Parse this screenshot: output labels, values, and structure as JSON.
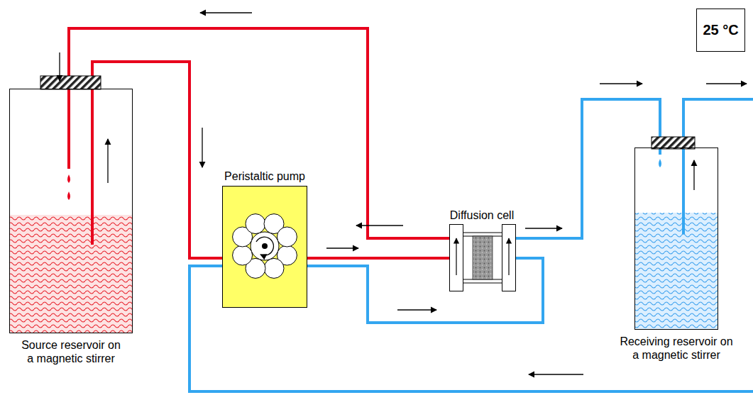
{
  "diagram": {
    "nodes": [
      {
        "text": [
          "Source reservoir on a magnetic stirrer"
        ]
      },
      {
        "text": [
          "Peristaltic pump"
        ]
      },
      {
        "text": [
          "Diffusion cell"
        ]
      },
      {
        "text": [
          "Receiving reservoir on a magnetic stirrer"
        ]
      },
      {
        "text": [
          "25 °C"
        ]
      }
    ],
    "edges": [
      {
        "from": 0,
        "to": 1,
        "arrow": "none"
      },
      {
        "from": 1,
        "to": 2,
        "arrow": "none"
      },
      {
        "from": 2,
        "to": 0,
        "arrow": "none"
      },
      {
        "from": 3,
        "to": 1,
        "arrow": "none"
      },
      {
        "from": 1,
        "to": 2,
        "arrow": "none"
      },
      {
        "from": 2,
        "to": 3,
        "arrow": "none"
      }
    ]
  }
}
